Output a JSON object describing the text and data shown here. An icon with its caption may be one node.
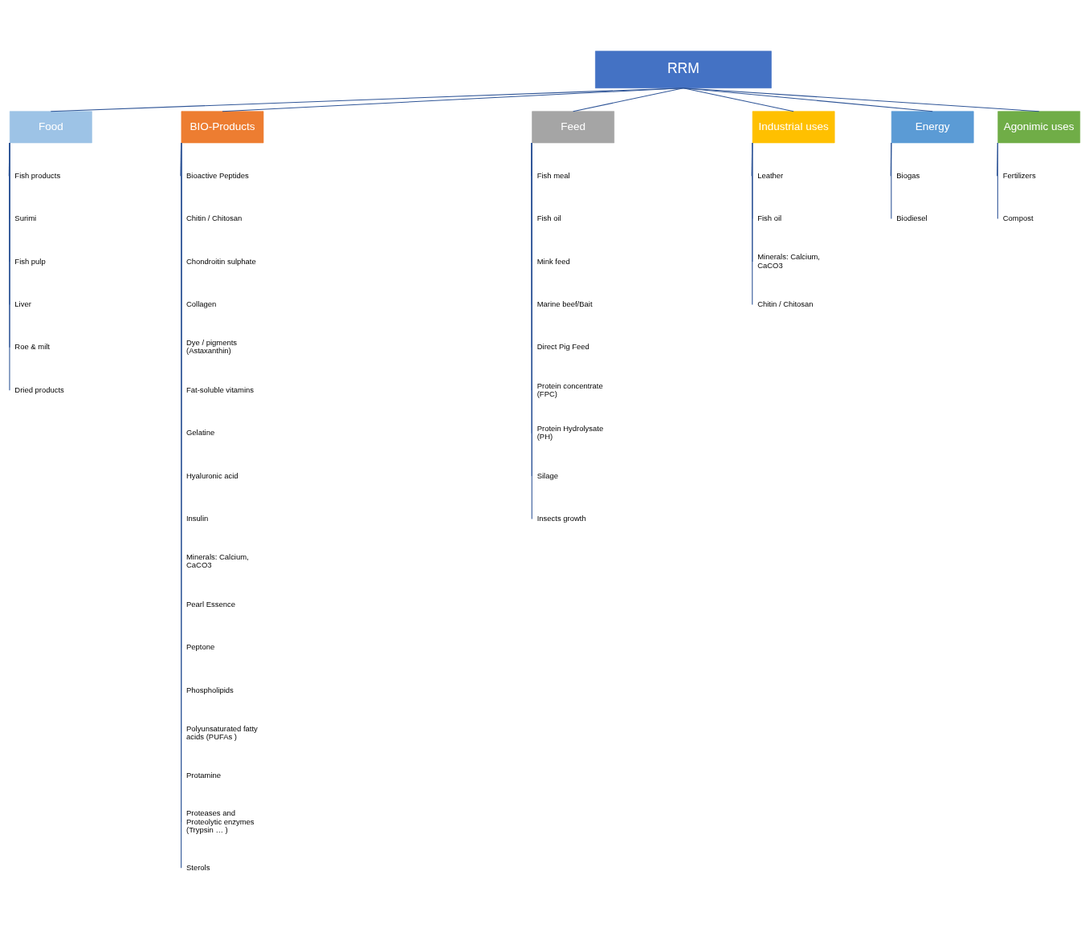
{
  "diagram": {
    "nodes": [
      {
        "text": [
          "RRM"
        ]
      },
      {
        "text": [
          "Food"
        ]
      },
      {
        "text": [
          "BIO-Products"
        ]
      },
      {
        "text": [
          "Feed"
        ]
      },
      {
        "text": [
          "Industrial uses"
        ]
      },
      {
        "text": [
          "Energy"
        ]
      },
      {
        "text": [
          "Agonimic uses"
        ]
      },
      {
        "text": [
          "Fish products"
        ]
      },
      {
        "text": [
          "Surimi"
        ]
      },
      {
        "text": [
          "Fish pulp"
        ]
      },
      {
        "text": [
          "Liver"
        ]
      },
      {
        "text": [
          "Roe & milt"
        ]
      },
      {
        "text": [
          "Dried products"
        ]
      },
      {
        "text": [
          "Bioactive Peptides"
        ]
      },
      {
        "text": [
          "Chitin / Chitosan"
        ]
      },
      {
        "text": [
          "Chondroitin sulphate"
        ]
      },
      {
        "text": [
          "Collagen"
        ]
      },
      {
        "text": [
          "Dye / pigments (Astaxanthin)"
        ]
      },
      {
        "text": [
          "Fat-soluble vitamins"
        ]
      },
      {
        "text": [
          "Gelatine"
        ]
      },
      {
        "text": [
          "Hyaluronic acid"
        ]
      },
      {
        "text": [
          "Insulin"
        ]
      },
      {
        "text": [
          "Minerals: Calcium, CaCO3"
        ]
      },
      {
        "text": [
          "Pearl Essence"
        ]
      },
      {
        "text": [
          "Peptone"
        ]
      },
      {
        "text": [
          "Phospholipids"
        ]
      },
      {
        "text": [
          "Polyunsaturated fatty acids (PUFAs )"
        ]
      },
      {
        "text": [
          "Protamine"
        ]
      },
      {
        "text": [
          "Proteases and Proteolytic enzymes (Trypsin … )"
        ]
      },
      {
        "text": [
          "Sterols"
        ]
      },
      {
        "text": [
          "Fish meal"
        ]
      },
      {
        "text": [
          "Fish oil"
        ]
      },
      {
        "text": [
          "Mink feed"
        ]
      },
      {
        "text": [
          "Marine beef/Bait"
        ]
      },
      {
        "text": [
          "Direct Pig Feed"
        ]
      },
      {
        "text": [
          "Protein concentrate (FPC)"
        ]
      },
      {
        "text": [
          "Protein Hydrolysate (PH)"
        ]
      },
      {
        "text": [
          "Silage"
        ]
      },
      {
        "text": [
          "Insects growth"
        ]
      },
      {
        "text": [
          "Leather"
        ]
      },
      {
        "text": [
          "Fish oil"
        ]
      },
      {
        "text": [
          "Minerals: Calcium, CaCO3"
        ]
      },
      {
        "text": [
          "Chitin / Chitosan"
        ]
      },
      {
        "text": [
          "Biogas"
        ]
      },
      {
        "text": [
          "Biodiesel"
        ]
      },
      {
        "text": [
          "Fertilizers"
        ]
      },
      {
        "text": [
          "Compost"
        ]
      }
    ],
    "edges": [
      {
        "from": 0,
        "to": 1,
        "arrow": "none"
      },
      {
        "from": 0,
        "to": 2,
        "arrow": "none"
      },
      {
        "from": 0,
        "to": 3,
        "arrow": "none"
      },
      {
        "from": 0,
        "to": 4,
        "arrow": "none"
      },
      {
        "from": 0,
        "to": 5,
        "arrow": "none"
      },
      {
        "from": 0,
        "to": 6,
        "arrow": "none"
      },
      {
        "from": 1,
        "to": 7,
        "arrow": "none"
      },
      {
        "from": 1,
        "to": 8,
        "arrow": "none"
      },
      {
        "from": 1,
        "to": 9,
        "arrow": "none"
      },
      {
        "from": 1,
        "to": 10,
        "arrow": "none"
      },
      {
        "from": 1,
        "to": 11,
        "arrow": "none"
      },
      {
        "from": 1,
        "to": 12,
        "arrow": "none"
      },
      {
        "from": 2,
        "to": 13,
        "arrow": "none"
      },
      {
        "from": 2,
        "to": 14,
        "arrow": "none"
      },
      {
        "from": 2,
        "to": 15,
        "arrow": "none"
      },
      {
        "from": 2,
        "to": 16,
        "arrow": "none"
      },
      {
        "from": 2,
        "to": 17,
        "arrow": "none"
      },
      {
        "from": 2,
        "to": 18,
        "arrow": "none"
      },
      {
        "from": 2,
        "to": 19,
        "arrow": "none"
      },
      {
        "from": 2,
        "to": 20,
        "arrow": "none"
      },
      {
        "from": 2,
        "to": 21,
        "arrow": "none"
      },
      {
        "from": 2,
        "to": 22,
        "arrow": "none"
      },
      {
        "from": 2,
        "to": 23,
        "arrow": "none"
      },
      {
        "from": 2,
        "to": 24,
        "arrow": "none"
      },
      {
        "from": 2,
        "to": 25,
        "arrow": "none"
      },
      {
        "from": 2,
        "to": 26,
        "arrow": "none"
      },
      {
        "from": 2,
        "to": 27,
        "arrow": "none"
      },
      {
        "from": 2,
        "to": 28,
        "arrow": "none"
      },
      {
        "from": 2,
        "to": 29,
        "arrow": "none"
      },
      {
        "from": 3,
        "to": 30,
        "arrow": "none"
      },
      {
        "from": 3,
        "to": 31,
        "arrow": "none"
      },
      {
        "from": 3,
        "to": 32,
        "arrow": "none"
      },
      {
        "from": 3,
        "to": 33,
        "arrow": "none"
      },
      {
        "from": 3,
        "to": 34,
        "arrow": "none"
      },
      {
        "from": 3,
        "to": 35,
        "arrow": "none"
      },
      {
        "from": 3,
        "to": 36,
        "arrow": "none"
      },
      {
        "from": 3,
        "to": 37,
        "arrow": "none"
      },
      {
        "from": 3,
        "to": 38,
        "arrow": "none"
      },
      {
        "from": 4,
        "to": 39,
        "arrow": "none"
      },
      {
        "from": 4,
        "to": 40,
        "arrow": "none"
      },
      {
        "from": 4,
        "to": 41,
        "arrow": "none"
      },
      {
        "from": 4,
        "to": 42,
        "arrow": "none"
      },
      {
        "from": 5,
        "to": 43,
        "arrow": "none"
      },
      {
        "from": 5,
        "to": 44,
        "arrow": "none"
      },
      {
        "from": 6,
        "to": 45,
        "arrow": "none"
      },
      {
        "from": 6,
        "to": 46,
        "arrow": "none"
      }
    ]
  }
}
